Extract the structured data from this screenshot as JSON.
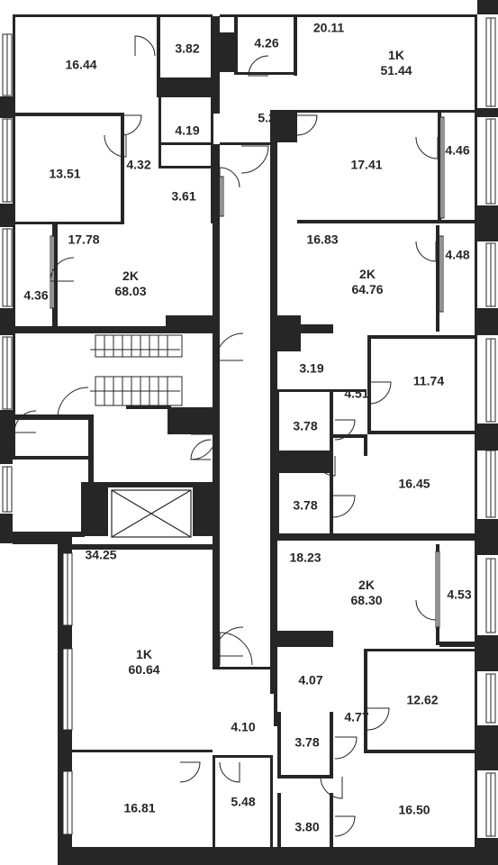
{
  "colors": {
    "wall": "#262626",
    "background": "#ffffff",
    "window": "#262626",
    "text": "#262626"
  },
  "units": [
    {
      "id": "unit-1k-top",
      "type": "1K",
      "area": "51.44"
    },
    {
      "id": "unit-2k-left",
      "type": "2K",
      "area": "68.03"
    },
    {
      "id": "unit-2k-right-top",
      "type": "2K",
      "area": "64.76"
    },
    {
      "id": "unit-2k-right-bottom",
      "type": "2K",
      "area": "68.30"
    },
    {
      "id": "unit-1k-bottom",
      "type": "1K",
      "area": "60.64"
    }
  ],
  "rooms": [
    "16.44",
    "3.82",
    "4.26",
    "20.11",
    "4.19",
    "5.20",
    "13.51",
    "4.32",
    "17.41",
    "4.46",
    "3.61",
    "17.78",
    "16.83",
    "4.48",
    "4.36",
    "3.19",
    "11.74",
    "4.51",
    "3.78",
    "16.45",
    "3.78",
    "34.25",
    "18.23",
    "4.53",
    "4.07",
    "12.62",
    "4.10",
    "4.77",
    "3.78",
    "16.81",
    "5.48",
    "16.50",
    "3.80"
  ]
}
